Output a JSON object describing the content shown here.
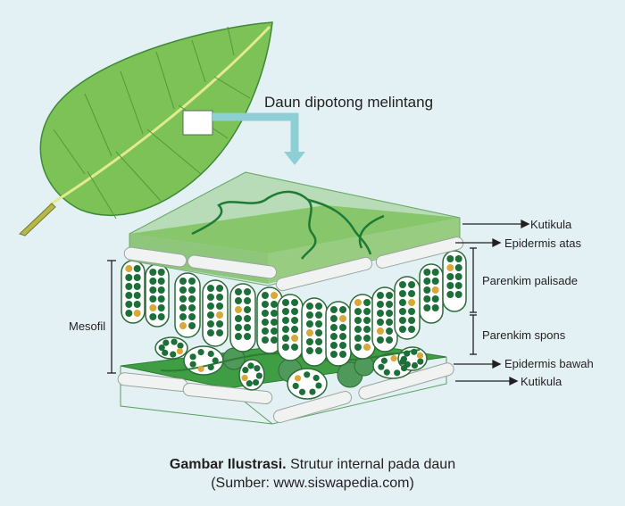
{
  "diagram": {
    "cut_label": "Daun dipotong melintang",
    "labels": {
      "kutikula_top": "Kutikula",
      "epidermis_atas": "Epidermis atas",
      "parenkim_palisade": "Parenkim palisade",
      "parenkim_spons": "Parenkim spons",
      "epidermis_bawah": "Epidermis bawah",
      "kutikula_bottom": "Kutikula",
      "mesofil": "Mesofil"
    },
    "colors": {
      "background": "#e4f1f4",
      "leaf": "#7cc257",
      "leaf_dark": "#4a9b3a",
      "top_surface": "#84c55b",
      "bottom_surface": "#3f9e44",
      "chloroplast": "#1d6f3a",
      "starch": "#d9a83a",
      "arrow": "#8ecfd6",
      "epidermis": "#f1f3f2"
    }
  },
  "caption": {
    "bold": "Gambar Ilustrasi.",
    "text": " Strutur internal pada daun",
    "source": "(Sumber: www.siswapedia.com)"
  }
}
